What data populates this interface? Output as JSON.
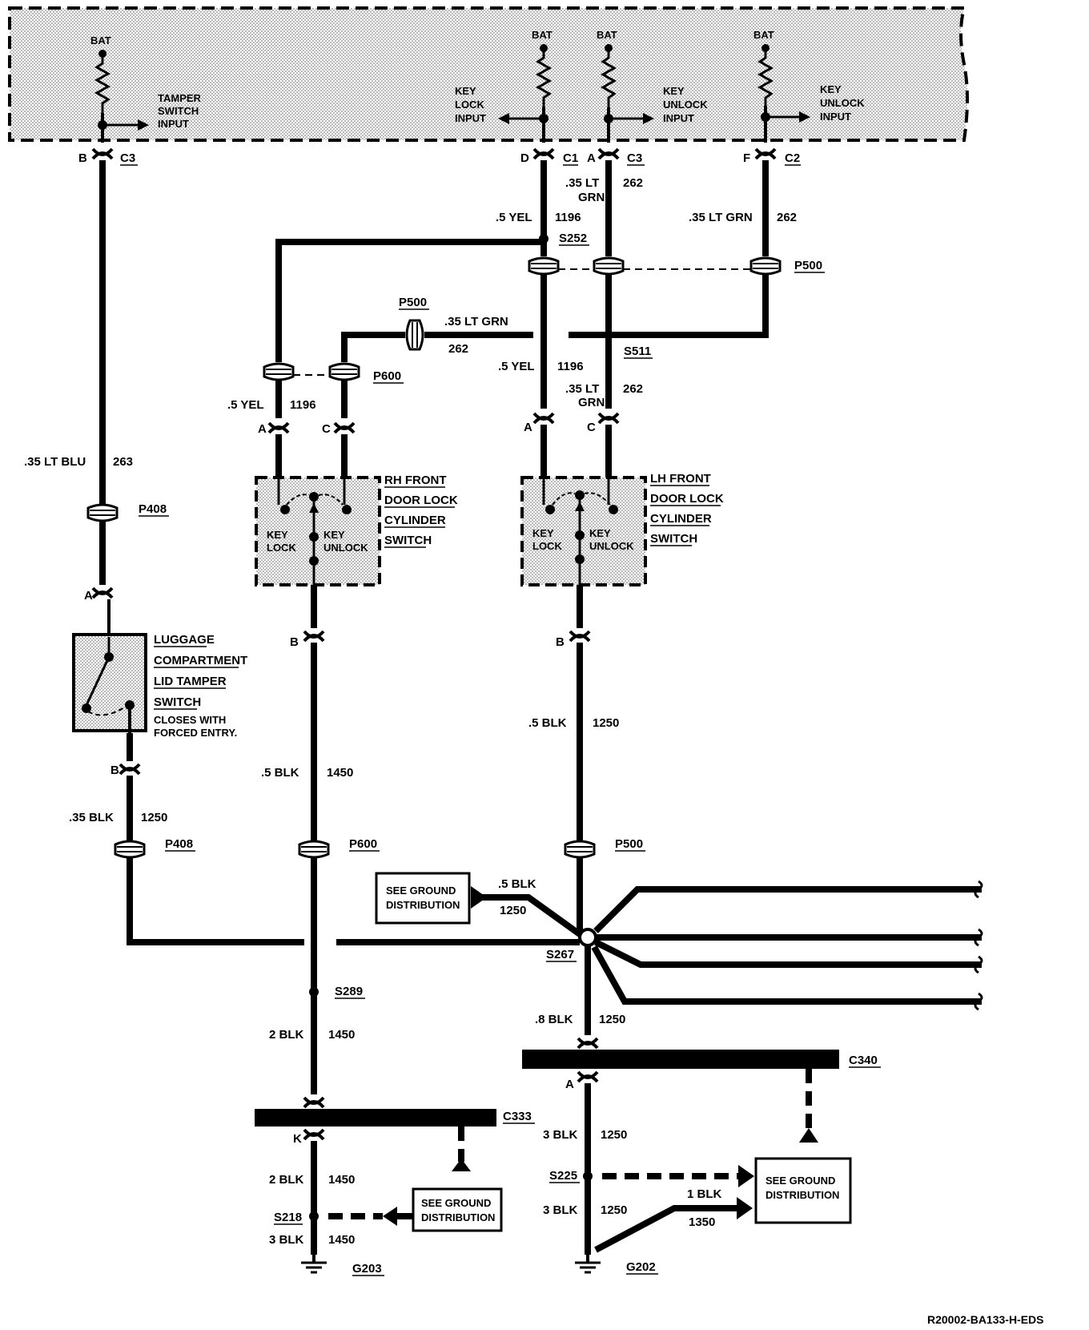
{
  "footer_code": "R20002-BA133-H-EDS",
  "module": {
    "bat": "BAT",
    "tamper_input": [
      "TAMPER",
      "SWITCH",
      "INPUT"
    ],
    "key_lock_input": [
      "KEY",
      "LOCK",
      "INPUT"
    ],
    "key_unlock_input_a": [
      "KEY",
      "UNLOCK",
      "INPUT"
    ],
    "key_unlock_input_b": [
      "KEY",
      "UNLOCK",
      "INPUT"
    ]
  },
  "connectors": {
    "c3_left_pin": "B",
    "c3_left": "C3",
    "c1_pin": "D",
    "c1": "C1",
    "c3_mid_pin": "A",
    "c3_mid": "C3",
    "c2_pin": "F",
    "c2": "C2",
    "p500": "P500",
    "p600": "P600",
    "p408": "P408",
    "c333": "C333",
    "c333_pin": "K",
    "c340": "C340",
    "c340_pin": "A",
    "pin_a": "A",
    "pin_b": "B",
    "pin_c": "C"
  },
  "splices": {
    "s252": "S252",
    "s511": "S511",
    "s267": "S267",
    "s289": "S289",
    "s225": "S225",
    "s218": "S218"
  },
  "grounds": {
    "g203": "G203",
    "g202": "G202"
  },
  "wires": {
    "w35_ltgrn_a": ".35 LT",
    "grn": "GRN",
    "c262": "262",
    "w35_ltgrn": ".35 LT GRN",
    "w5_yel": ".5 YEL",
    "c1196": "1196",
    "w35_ltblu": ".35 LT BLU",
    "c263": "263",
    "w35_blk": ".35 BLK",
    "c1250": "1250",
    "w5_blk": ".5 BLK",
    "c1450": "1450",
    "w8_blk": ".8 BLK",
    "w2_blk": "2 BLK",
    "w3_blk": "3 BLK",
    "w1_blk": "1 BLK",
    "c1350": "1350"
  },
  "rh_switch": {
    "title": [
      "RH FRONT",
      "DOOR LOCK",
      "CYLINDER",
      "SWITCH"
    ],
    "key_lock": [
      "KEY",
      "LOCK"
    ],
    "key_unlock": [
      "KEY",
      "UNLOCK"
    ]
  },
  "lh_switch": {
    "title": [
      "LH FRONT",
      "DOOR LOCK",
      "CYLINDER",
      "SWITCH"
    ],
    "key_lock": [
      "KEY",
      "LOCK"
    ],
    "key_unlock": [
      "KEY",
      "UNLOCK"
    ]
  },
  "tamper_switch": {
    "title": [
      "LUGGAGE",
      "COMPARTMENT",
      "LID TAMPER",
      "SWITCH"
    ],
    "note": [
      "CLOSES WITH",
      "FORCED ENTRY."
    ]
  },
  "ground_dist": [
    "SEE GROUND",
    "DISTRIBUTION"
  ]
}
